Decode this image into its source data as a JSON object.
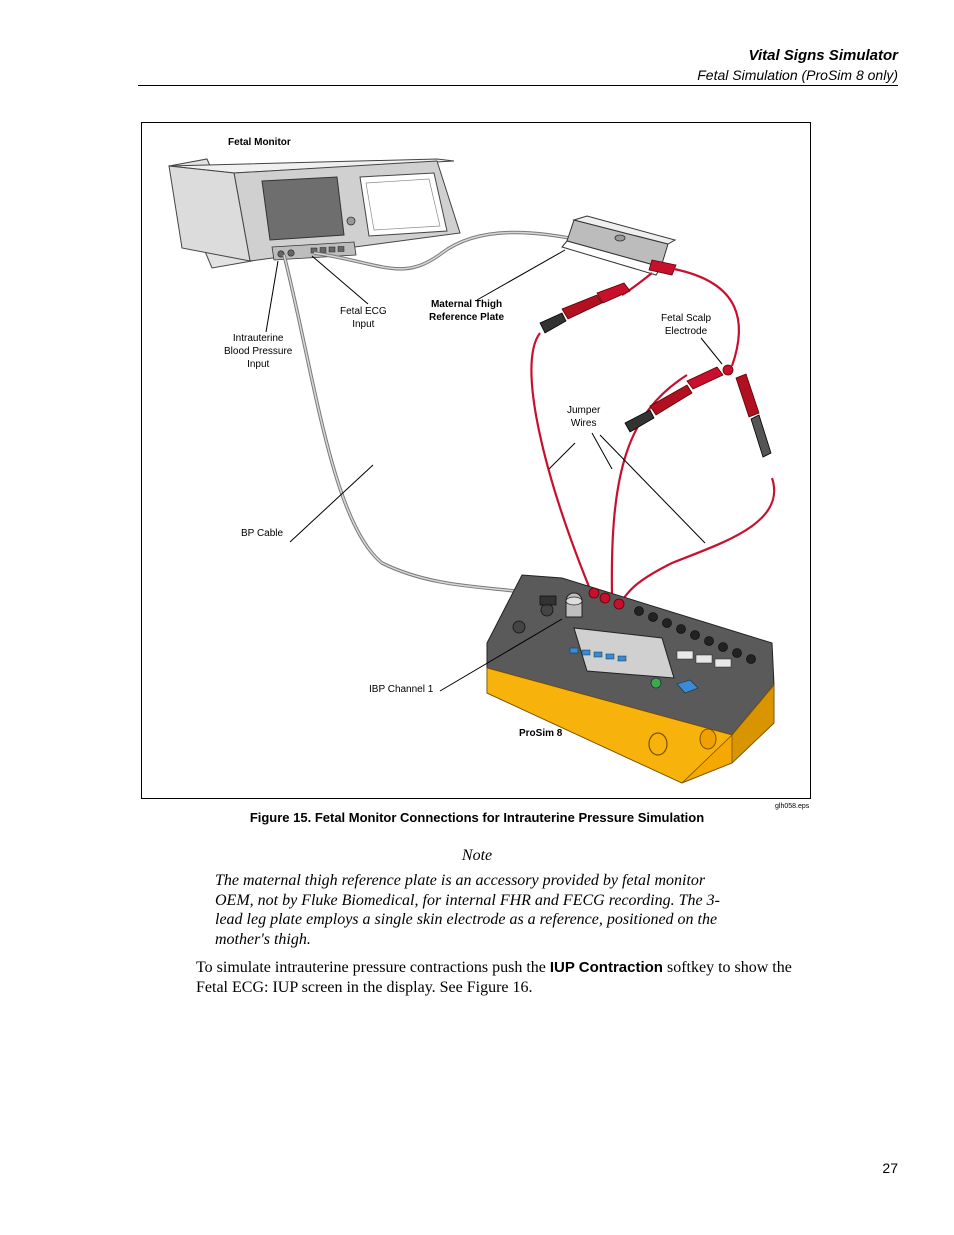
{
  "header": {
    "title": "Vital Signs Simulator",
    "subtitle": "Fetal Simulation (ProSim 8 only)"
  },
  "figure": {
    "labels": {
      "fetal_monitor": "Fetal Monitor",
      "fetal_ecg_input": "Fetal ECG\nInput",
      "iup_input": "Intrauterine\nBlood Pressure\nInput",
      "maternal_thigh": "Maternal Thigh\nReference Plate",
      "fetal_scalp": "Fetal Scalp\nElectrode",
      "jumper_wires": "Jumper\nWires",
      "bp_cable": "BP Cable",
      "ibp_channel": "IBP Channel 1",
      "prosim": "ProSim 8"
    },
    "file_id": "glh058.eps",
    "caption": "Figure 15. Fetal Monitor Connections for Intrauterine Pressure Simulation",
    "colors": {
      "lead_red": "#c8102e",
      "prosim_yellow": "#f5a800",
      "monitor_gray": "#c9c9c9",
      "device_dark": "#5a5a5a"
    }
  },
  "note": {
    "title": "Note",
    "body": "The maternal thigh reference plate is an accessory provided by fetal monitor OEM, not by Fluke Biomedical, for internal FHR and FECG recording. The 3-lead leg plate employs a single skin electrode as a reference, positioned on the mother's thigh."
  },
  "paragraph": {
    "before": "To simulate intrauterine pressure contractions push the ",
    "softkey": "IUP Contraction",
    "after": " softkey to show the Fetal ECG: IUP screen in the display. See Figure 16."
  },
  "page_number": "27"
}
